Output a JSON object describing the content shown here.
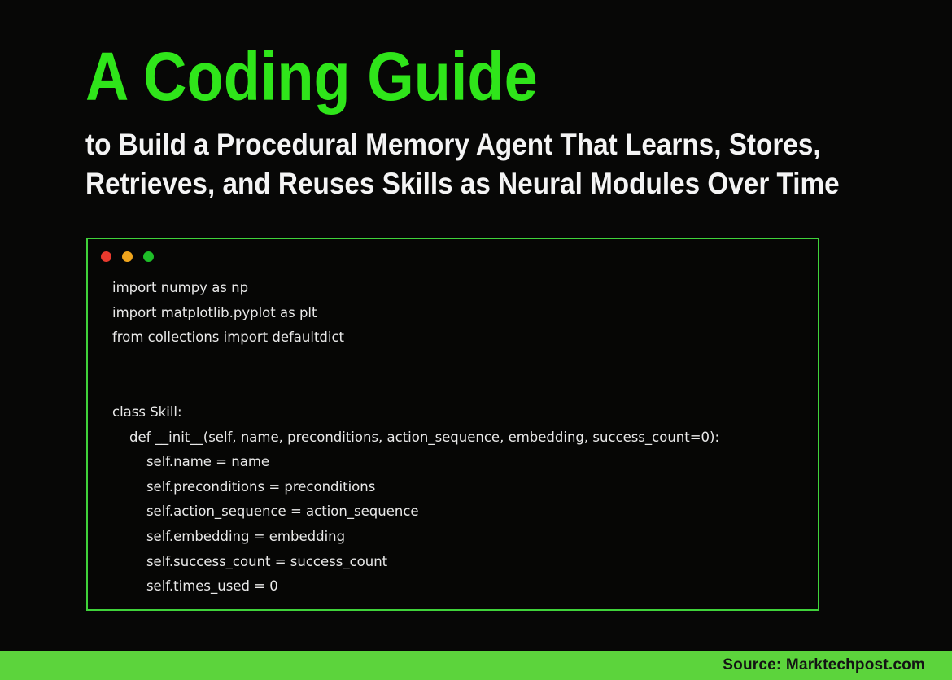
{
  "header": {
    "title": "A Coding Guide",
    "title_color": "#2fe51a",
    "subtitle_line1": "to Build a Procedural Memory Agent That Learns, Stores,",
    "subtitle_line2": "Retrieves, and Reuses Skills as Neural Modules Over Time"
  },
  "code_window": {
    "border_color": "#3fd23a",
    "traffic_lights": [
      {
        "name": "close-button",
        "color": "#e83a2e"
      },
      {
        "name": "minimize-button",
        "color": "#f0a51d"
      },
      {
        "name": "zoom-button",
        "color": "#1ebe28"
      }
    ],
    "code_lines": [
      "import numpy as np",
      "import matplotlib.pyplot as plt",
      "from collections import defaultdict",
      "",
      "",
      "class Skill:",
      "    def __init__(self, name, preconditions, action_sequence, embedding, success_count=0):",
      "        self.name = name",
      "        self.preconditions = preconditions",
      "        self.action_sequence = action_sequence",
      "        self.embedding = embedding",
      "        self.success_count = success_count",
      "        self.times_used = 0"
    ]
  },
  "footer": {
    "bar_color": "#5cd43c",
    "source_label": "Source: Marktechpost.com"
  }
}
